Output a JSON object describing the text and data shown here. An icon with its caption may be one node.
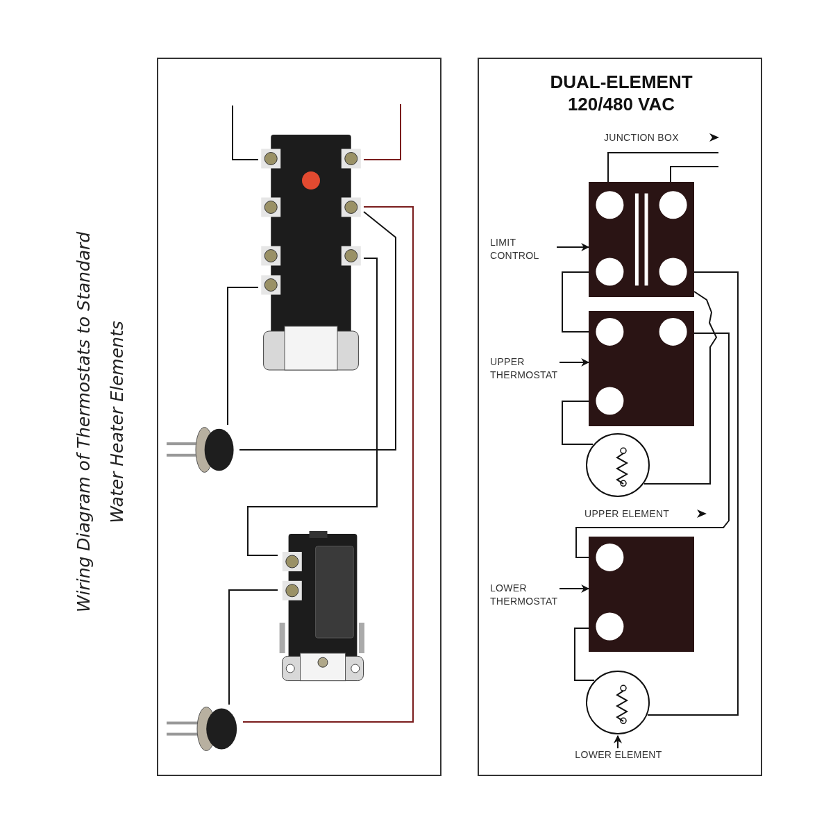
{
  "diagram": {
    "title": "Wiring Diagram of Thermostats to Standard Water Heater Elements",
    "nodes": [
      {
        "text": [],
        "shape": "picture"
      },
      {
        "text": [],
        "shape": "picture"
      },
      {
        "text": [],
        "shape": "picture"
      },
      {
        "text": [],
        "shape": "picture"
      },
      {
        "text": [],
        "shape": "box"
      },
      {
        "text": [],
        "shape": "box"
      },
      {
        "text": [],
        "shape": "circle"
      },
      {
        "text": [],
        "shape": "box"
      },
      {
        "text": [],
        "shape": "circle"
      },
      {
        "text": [
          "LIMIT CONTROL"
        ]
      },
      {
        "text": [
          "UPPER THERMOSTAT"
        ]
      },
      {
        "text": [
          "LOWER THERMOSTAT"
        ]
      },
      {
        "text": [
          "LOWER ELEMENT"
        ]
      }
    ],
    "edges": [
      {
        "from": 0,
        "to": null,
        "arrow": "none"
      },
      {
        "from": 0,
        "to": null,
        "arrow": "none",
        "color": "#7a1c1c"
      },
      {
        "from": 0,
        "to": 3,
        "arrow": "none",
        "color": "#7a1c1c"
      },
      {
        "from": 0,
        "to": 1,
        "arrow": "none"
      },
      {
        "from": 0,
        "to": 2,
        "arrow": "none"
      },
      {
        "from": 0,
        "to": 1,
        "arrow": "none"
      },
      {
        "from": 2,
        "to": 3,
        "arrow": "none"
      },
      {
        "from": 4,
        "to": null,
        "arrow": "none"
      },
      {
        "from": 4,
        "to": null,
        "arrow": "none"
      },
      {
        "from": 4,
        "to": 5,
        "arrow": "none"
      },
      {
        "from": 4,
        "to": 6,
        "arrow": "none"
      },
      {
        "from": 4,
        "to": 8,
        "arrow": "none"
      },
      {
        "from": 5,
        "to": 7,
        "arrow": "none"
      },
      {
        "from": 5,
        "to": 6,
        "arrow": "none"
      },
      {
        "from": 7,
        "to": 8,
        "arrow": "none"
      },
      {
        "from": 9,
        "to": 4,
        "arrow": "to"
      },
      {
        "from": 10,
        "to": 5,
        "arrow": "to"
      },
      {
        "from": 11,
        "to": 7,
        "arrow": "to"
      },
      {
        "from": 12,
        "to": 8,
        "arrow": "to"
      }
    ],
    "labels": [
      "DUAL-ELEMENT 120/480 VAC",
      "JUNCTION BOX",
      "UPPER ELEMENT"
    ]
  }
}
